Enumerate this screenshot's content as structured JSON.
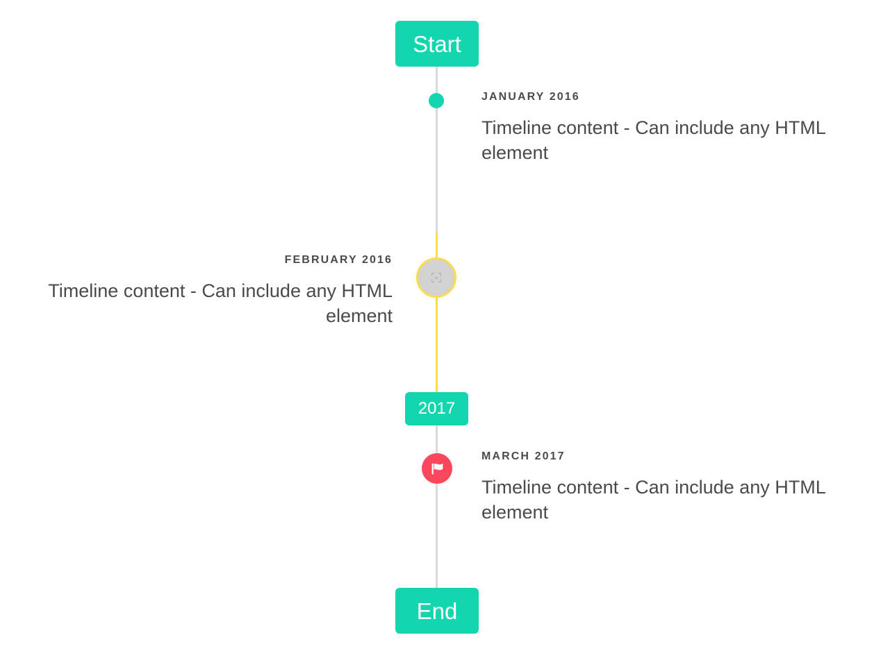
{
  "page": {
    "background": "#ffffff",
    "accent_teal": "#12d6ae",
    "accent_yellow": "#fcdc4d",
    "accent_pink": "#f9485b",
    "line_grey": "#d9d9d9",
    "text_color": "#4a4a4a"
  },
  "start_cap": {
    "label": "Start",
    "color": "#12d6ae"
  },
  "mid_cap": {
    "label": "2017",
    "color": "#12d6ae"
  },
  "end_cap": {
    "label": "End",
    "color": "#12d6ae"
  },
  "entries": [
    {
      "date": "JANUARY 2016",
      "body": "Timeline content - Can include any HTML element",
      "side": "right",
      "marker": "dot",
      "marker_icon": "",
      "marker_color": "#12d6ae"
    },
    {
      "date": "FEBRUARY 2016",
      "body": "Timeline content - Can include any HTML element",
      "side": "left",
      "marker": "large-circle",
      "marker_icon": "broken-image-icon",
      "marker_color": "#d2d2d2",
      "marker_border_color": "#fcdc4d"
    },
    {
      "date": "MARCH 2017",
      "body": "Timeline content - Can include any HTML element",
      "side": "right",
      "marker": "icon-circle",
      "marker_icon": "flag-icon",
      "marker_color": "#f9485b"
    }
  ]
}
